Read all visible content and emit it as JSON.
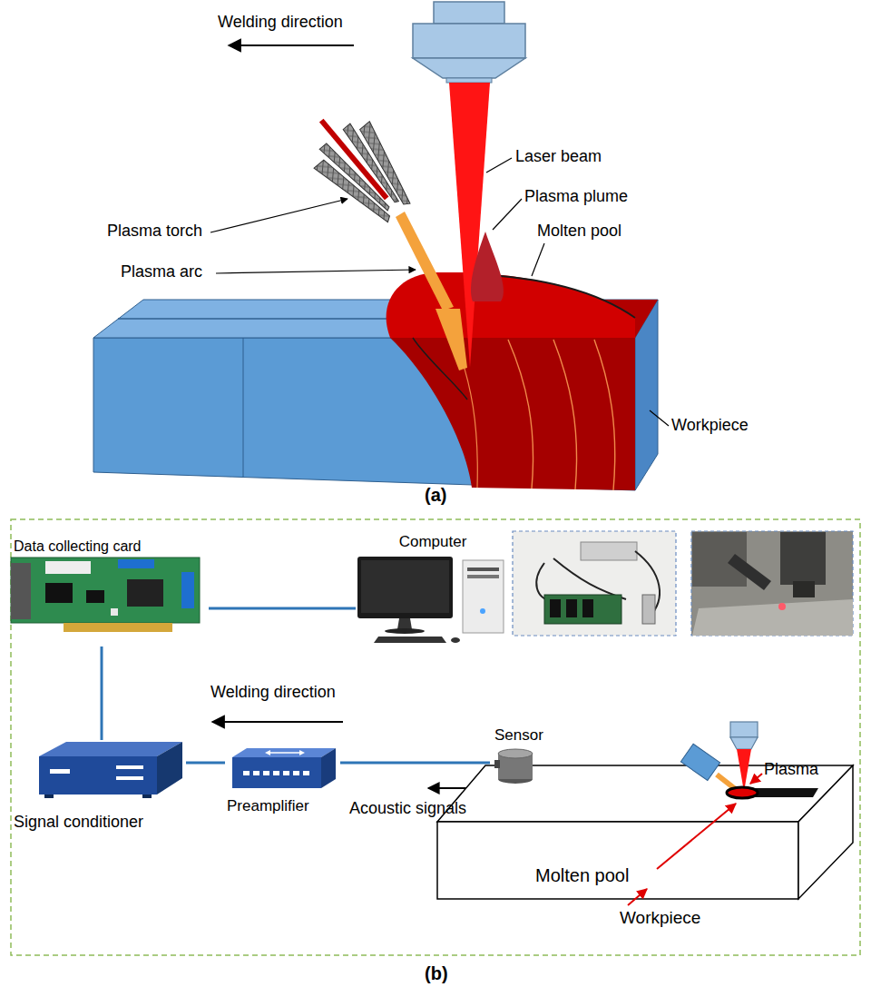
{
  "diagram": {
    "nodes": [
      {
        "text": [
          "Data collecting card"
        ]
      },
      {
        "text": [
          "Computer"
        ]
      },
      {
        "text": [
          "Signal conditioner"
        ]
      },
      {
        "text": [
          "Preamplifier"
        ]
      },
      {
        "text": [
          "Sensor"
        ]
      }
    ],
    "edges": [
      {
        "from": 0,
        "to": 1,
        "arrow": "none"
      },
      {
        "from": 0,
        "to": 2,
        "arrow": "none"
      },
      {
        "from": 2,
        "to": 3,
        "arrow": "none"
      },
      {
        "from": 3,
        "to": 4,
        "arrow": "none"
      }
    ],
    "labels": [
      "Welding direction",
      "Laser beam",
      "Plasma plume",
      "Plasma torch",
      "Molten pool",
      "Plasma arc",
      "Workpiece",
      "(a)",
      "Welding direction",
      "Acoustic signals",
      "Plasma",
      "Molten pool",
      "Workpiece",
      "(b)"
    ]
  }
}
